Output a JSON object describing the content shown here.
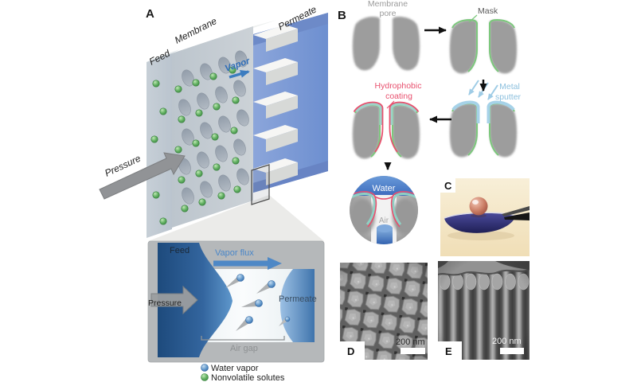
{
  "figure": {
    "panels": {
      "a": {
        "label": "A",
        "feed_label": "Feed",
        "membrane_label": "Membrane",
        "permeate_label": "Permeate",
        "vapor_label": "Vapor",
        "pressure_label": "Pressure",
        "inset": {
          "feed_label": "Feed",
          "vapor_flux_label": "Vapor flux",
          "pressure_label": "Pressure",
          "permeate_label": "Permeate",
          "air_gap_label": "Air gap"
        },
        "legend": {
          "water_vapor": "Water vapor",
          "nonvolatile_solutes": "Nonvolatile solutes"
        }
      },
      "b": {
        "label": "B",
        "membrane_pore": {
          "line1": "Membrane",
          "line2": "pore"
        },
        "mask_label": "Mask",
        "metal_sputter": {
          "line1": "Metal",
          "line2": "sputter"
        },
        "hydrophobic_coating": {
          "line1": "Hydrophobic",
          "line2": "coating"
        },
        "water_label": "Water",
        "air_label": "Air"
      },
      "c": {
        "label": "C"
      },
      "d": {
        "label": "D",
        "scale_bar": "200 nm"
      },
      "e": {
        "label": "E",
        "scale_bar": "200 nm"
      }
    },
    "colors": {
      "vapor_blue": "#3b7cc0",
      "permeate_blue": "#7b9ad4",
      "solute_green": "#56a65a",
      "water_vapor_blue": "#3a76b4",
      "mask_green": "#7cc87c",
      "metal_sputter_blue": "#9fcce6",
      "hydrophobic_red": "#e8506e",
      "pressure_gray": "#919396"
    }
  }
}
